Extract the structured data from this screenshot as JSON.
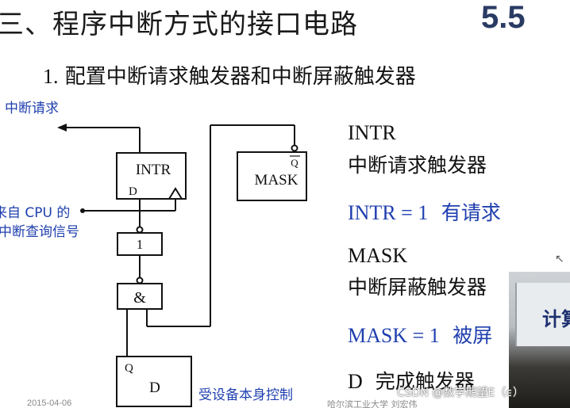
{
  "header": {
    "title": "三、程序中断方式的接口电路",
    "section_number": "5.5"
  },
  "subtitle": {
    "number": "1.",
    "text": "配置中断请求触发器和中断屏蔽触发器"
  },
  "diagram": {
    "interrupt_request_output": "中断请求",
    "cpu_query_signal_line1": "来自 CPU 的",
    "cpu_query_signal_line2": "中断查询信号",
    "intr_box": {
      "label": "INTR",
      "d_pin": "D"
    },
    "mask_box": {
      "label": "MASK",
      "qbar_pin": "Q"
    },
    "not_gate": {
      "label": "1"
    },
    "and_gate": {
      "label": "&"
    },
    "d_box": {
      "q_pin": "Q",
      "label": "D"
    },
    "device_control_note": "受设备本身控制"
  },
  "legend": {
    "intr_name": "INTR",
    "intr_desc": "中断请求触发器",
    "intr_eq": "INTR = 1",
    "intr_eq_meaning": "有请求",
    "mask_name": "MASK",
    "mask_desc": "中断屏蔽触发器",
    "mask_eq": "MASK = 1",
    "mask_eq_meaning": "被屏",
    "d_desc_letter": "D",
    "d_desc": "完成触发器"
  },
  "footer": {
    "date": "2015-04-06",
    "university": "哈尔滨工业大学 刘宏伟",
    "watermark": "CSDN @数学期望E（ϵ）"
  },
  "video_overlay": {
    "sign_text": "计算"
  },
  "colors": {
    "blue_text": "#1f3fae",
    "section_number": "#2a3b63",
    "line": "#111111"
  }
}
